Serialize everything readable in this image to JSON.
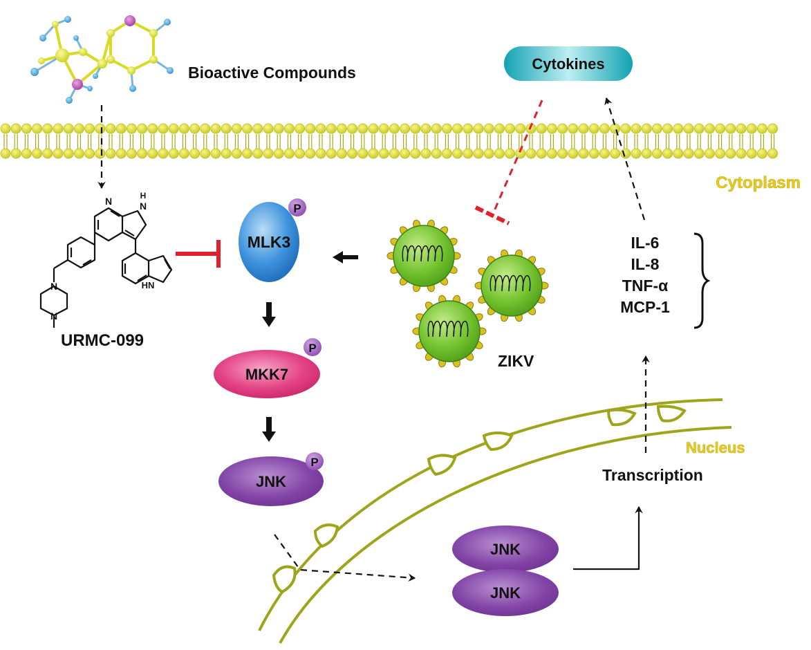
{
  "labels": {
    "bioactive": "Bioactive Compounds",
    "cytokines": "Cytokines",
    "cytoplasm": "Cytoplasm",
    "nucleus": "Nucleus",
    "urmc": "URMC-099",
    "mlk3": "MLK3",
    "mkk7": "MKK7",
    "jnk": "JNK",
    "jnk_nuc_top": "JNK",
    "jnk_nuc_bottom": "JNK",
    "zikv": "ZIKV",
    "transcription": "Transcription",
    "phospho": "P",
    "nh": "HN",
    "nh_top": "H",
    "nh_top_n": "N",
    "pyr_n": "N",
    "pip_n1": "N",
    "pip_n2": "N",
    "il6": "IL-6",
    "il8": "IL-8",
    "tnf": "TNF-α",
    "mcp1": "MCP-1"
  },
  "colors": {
    "membrane": "#d6d92a",
    "membrane_line": "#a8aa12",
    "nucleus_envelope": "#9fa51a",
    "mlk3": "#1f7ad1",
    "mkk7": "#e0317a",
    "jnk": "#7a3a9c",
    "cytokines": "#1fa9b8",
    "inhibit_red": "#e0202a",
    "virus": "#6cc12a",
    "virus_spike": "#d8c21e",
    "phospho": "#8e4fb0"
  }
}
